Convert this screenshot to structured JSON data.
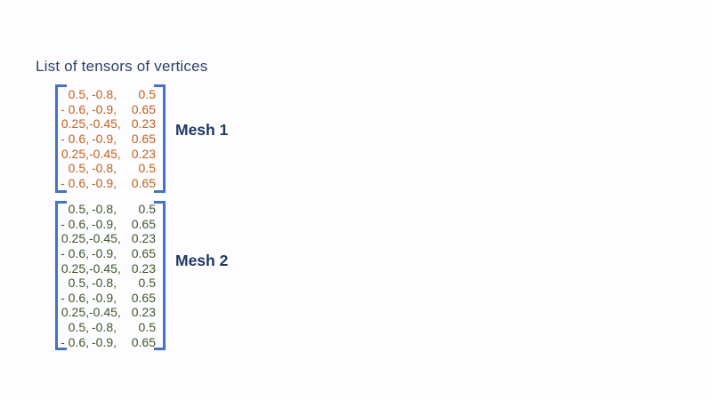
{
  "page": {
    "title": "List of tensors of vertices",
    "background": "#fdfcfe"
  },
  "colors": {
    "title_text": "#2d4066",
    "bracket": "#4472c4",
    "mesh1_values": "#c2611c",
    "mesh2_values": "#3f5828",
    "mesh_label": "#1f3864"
  },
  "mesh1": {
    "label": "Mesh 1",
    "rows": [
      [
        "0.5,",
        "-0.8,",
        "0.5"
      ],
      [
        "- 0.6,",
        "-0.9,",
        "0.65"
      ],
      [
        "0.25,",
        "-0.45,",
        "0.23"
      ],
      [
        "- 0.6,",
        "-0.9,",
        "0.65"
      ],
      [
        "0.25,",
        "-0.45,",
        "0.23"
      ],
      [
        "0.5,",
        "-0.8,",
        "0.5"
      ],
      [
        "- 0.6,",
        "-0.9,",
        "0.65"
      ]
    ]
  },
  "mesh2": {
    "label": "Mesh 2",
    "rows": [
      [
        "0.5,",
        "-0.8,",
        "0.5"
      ],
      [
        "- 0.6,",
        "-0.9,",
        "0.65"
      ],
      [
        "0.25,",
        "-0.45,",
        "0.23"
      ],
      [
        "- 0.6,",
        "-0.9,",
        "0.65"
      ],
      [
        "0.25,",
        "-0.45,",
        "0.23"
      ],
      [
        "0.5,",
        "-0.8,",
        "0.5"
      ],
      [
        "- 0.6,",
        "-0.9,",
        "0.65"
      ],
      [
        "0.25,",
        "-0.45,",
        "0.23"
      ],
      [
        "0.5,",
        "-0.8,",
        "0.5"
      ],
      [
        "- 0.6,",
        "-0.9,",
        "0.65"
      ]
    ]
  }
}
